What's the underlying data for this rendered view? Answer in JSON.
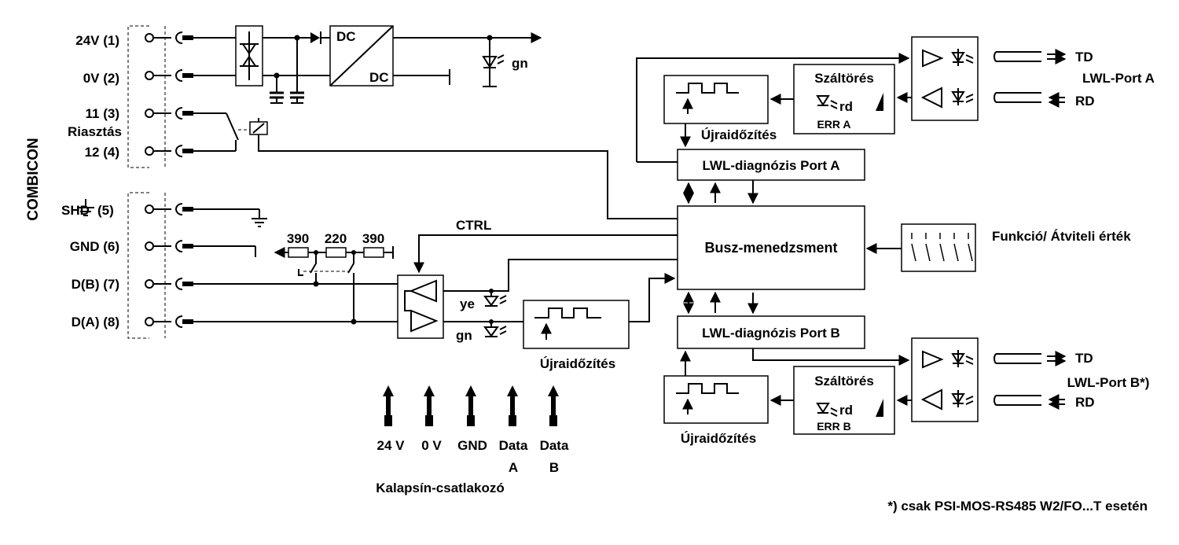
{
  "terminals": {
    "group_label": "COMBICON",
    "t1": "24V (1)",
    "t2": "0V (2)",
    "t3": "11 (3)",
    "t3_note": "Riasztás",
    "t4": "12 (4)",
    "t5_prefix": "SHD",
    "t5_suffix": "(5)",
    "t6": "GND (6)",
    "t7": "D(B) (7)",
    "t8": "D(A) (8)"
  },
  "power": {
    "dc_in": "DC",
    "dc_out": "DC",
    "led_gn": "gn"
  },
  "resistors": [
    "390",
    "220",
    "390"
  ],
  "transceiver": {
    "ctrl": "CTRL",
    "led_ye": "ye",
    "led_gn": "gn",
    "retiming": "Újraidőzítés"
  },
  "bus_manager": "Busz-menedzsment",
  "dip": "Funkció/ Átviteli érték",
  "port_a": {
    "diag": "LWL-diagnózis Port A",
    "fiber_break": "Száltörés",
    "rd": "rd",
    "err": "ERR A",
    "retiming": "Újraidőzítés",
    "td": "TD",
    "rd_out": "RD",
    "name": "LWL-Port A"
  },
  "port_b": {
    "diag": "LWL-diagnózis Port B",
    "fiber_break": "Száltörés",
    "rd": "rd",
    "err": "ERR B",
    "retiming": "Újraidőzítés",
    "td": "TD",
    "rd_out": "RD",
    "name": "LWL-Port B*)"
  },
  "rail": {
    "pins": [
      "24 V",
      "0 V",
      "GND",
      "Data",
      "Data"
    ],
    "pin_sub": [
      "",
      "",
      "",
      "A",
      "B"
    ],
    "label": "Kalapsín-csatlakozó"
  },
  "footnote": "*) csak PSI-MOS-RS485 W2/FO...T esetén"
}
